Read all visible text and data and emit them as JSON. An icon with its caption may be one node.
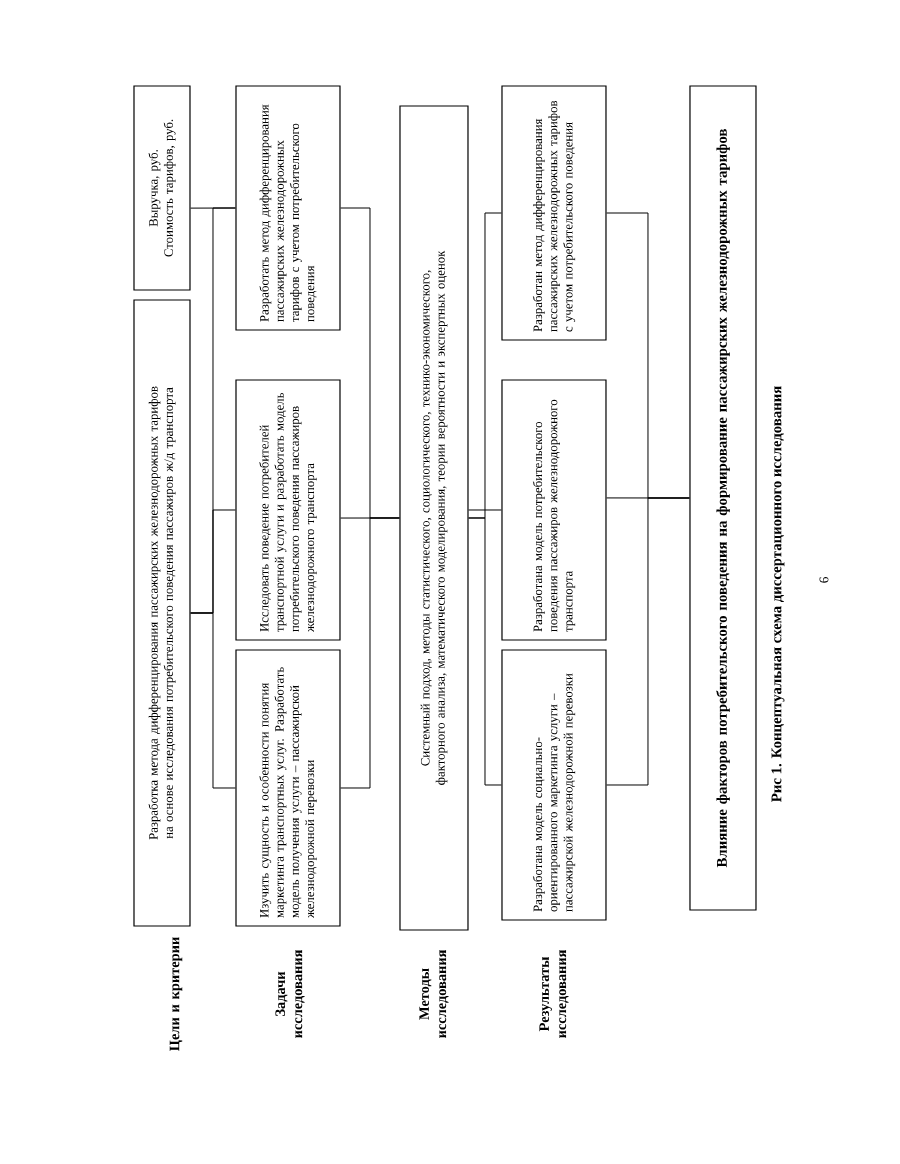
{
  "diagram": {
    "caption": "Рис 1. Концептуальная схема диссертационного исследования",
    "nodes": [
      {
        "text": [
          "Разработка метода дифференцирования пассажирских железнодорожных тарифов на основе исследования потребительского поведения пассажиров ж/д транспорта"
        ]
      },
      {
        "text": [
          "Выручка, руб. Стоимость тарифов, руб."
        ]
      },
      {
        "text": [
          "Изучить сущность и особенности понятия маркетинга транспортных услуг. Разработать модель получения услуги – пассажирской железнодорожной перевозки"
        ]
      },
      {
        "text": [
          "Исследовать поведение потребителей транспортной услуги и разработать модель потребительского поведения пассажиров железнодорожного транспорта"
        ]
      },
      {
        "text": [
          "Разработать метод дифференцирования пассажирских железнодорожных тарифов с учетом потребительского поведения"
        ]
      },
      {
        "text": [
          "Системный подход, методы статистического, социологического, технико-экономического, факторного анализа, математического моделирования, теории вероятности и экспертных оценок"
        ]
      },
      {
        "text": [
          "Разработана модель социально-ориентированного маркетинга услуги – пассажирской железнодорожной перевозки"
        ]
      },
      {
        "text": [
          "Разработана модель потребительского поведения пассажиров железнодорожного транспорта"
        ]
      },
      {
        "text": [
          "Разработан метод дифференцирования пассажирских железнодорожных тарифов с учетом потребительского поведения"
        ]
      },
      {
        "text": [
          "Влияние факторов потребительского поведения на формирование пассажирских железнодорожных тарифов"
        ]
      }
    ],
    "edges": [
      {
        "from": 0,
        "to": 2,
        "arrow": "none"
      },
      {
        "from": 0,
        "to": 3,
        "arrow": "none"
      },
      {
        "from": 0,
        "to": 4,
        "arrow": "none"
      },
      {
        "from": 1,
        "to": 4,
        "arrow": "none"
      },
      {
        "from": 2,
        "to": 5,
        "arrow": "none"
      },
      {
        "from": 3,
        "to": 5,
        "arrow": "none"
      },
      {
        "from": 4,
        "to": 5,
        "arrow": "none"
      },
      {
        "from": 5,
        "to": 6,
        "arrow": "none"
      },
      {
        "from": 5,
        "to": 7,
        "arrow": "none"
      },
      {
        "from": 5,
        "to": 8,
        "arrow": "none"
      },
      {
        "from": 6,
        "to": 9,
        "arrow": "none"
      },
      {
        "from": 7,
        "to": 9,
        "arrow": "none"
      },
      {
        "from": 8,
        "to": 9,
        "arrow": "none"
      }
    ],
    "labels": [
      "Цели и критерии",
      "Задачи исследования",
      "Методы исследования",
      "Результаты исследования",
      "6"
    ]
  }
}
